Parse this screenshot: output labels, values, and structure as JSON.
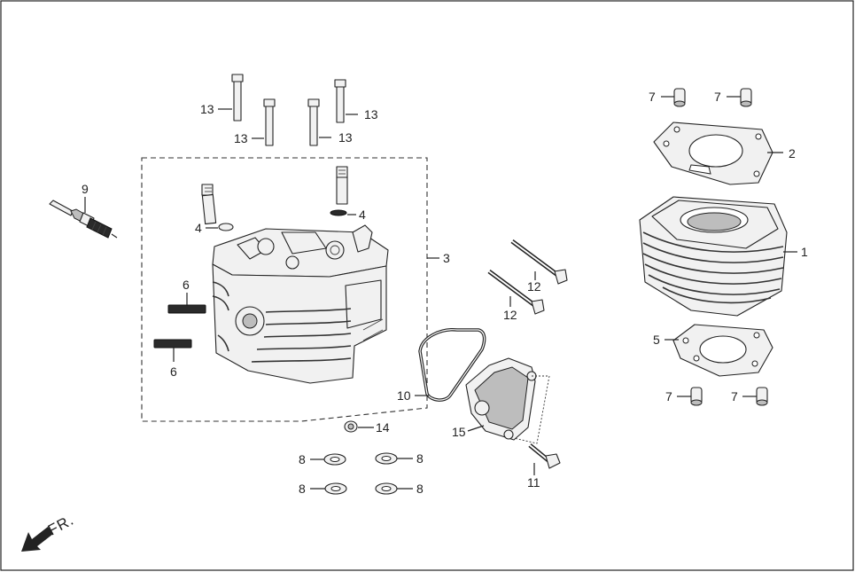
{
  "callouts": {
    "c1": "1",
    "c2": "2",
    "c3": "3",
    "c4a": "4",
    "c4b": "4",
    "c5": "5",
    "c6a": "6",
    "c6b": "6",
    "c7a": "7",
    "c7b": "7",
    "c7c": "7",
    "c7d": "7",
    "c8a": "8",
    "c8b": "8",
    "c8c": "8",
    "c8d": "8",
    "c9": "9",
    "c10": "10",
    "c11": "11",
    "c12a": "12",
    "c12b": "12",
    "c13a": "13",
    "c13b": "13",
    "c13c": "13",
    "c13d": "13",
    "c14": "14",
    "c15": "15"
  },
  "direction_marker": {
    "label": "FR."
  }
}
